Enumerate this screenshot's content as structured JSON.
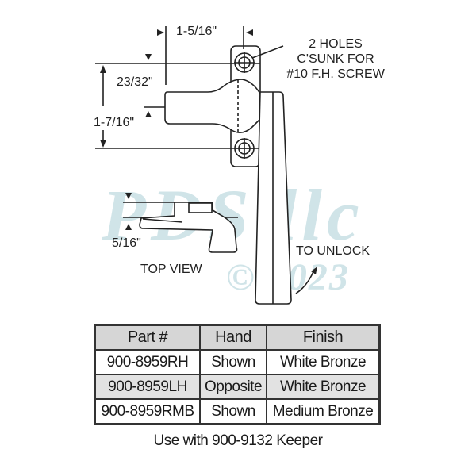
{
  "dimensions": {
    "width_top": "1-5/16\"",
    "handle_offset": "23/32\"",
    "hole_spacing": "1-7/16\"",
    "top_view_height": "5/16\""
  },
  "callouts": {
    "holes_line1": "2 HOLES",
    "holes_line2": "C'SUNK FOR",
    "holes_line3": "#10 F.H. SCREW",
    "unlock": "TO UNLOCK",
    "top_view": "TOP VIEW"
  },
  "watermark": {
    "brand": "PDS llc",
    "copyright": "© 2023"
  },
  "table": {
    "headers": [
      "Part #",
      "Hand",
      "Finish"
    ],
    "rows": [
      {
        "part": "900-8959RH",
        "hand": "Shown",
        "finish": "White Bronze"
      },
      {
        "part": "900-8959LH",
        "hand": "Opposite",
        "finish": "White Bronze"
      },
      {
        "part": "900-8959RMB",
        "hand": "Shown",
        "finish": "Medium Bronze"
      }
    ]
  },
  "footer": "Use with 900-9132 Keeper",
  "colors": {
    "line": "#222222",
    "header_bg": "#d6d6d6",
    "shaded_row_bg": "#e2e2e2",
    "watermark": "#96c3cd"
  }
}
